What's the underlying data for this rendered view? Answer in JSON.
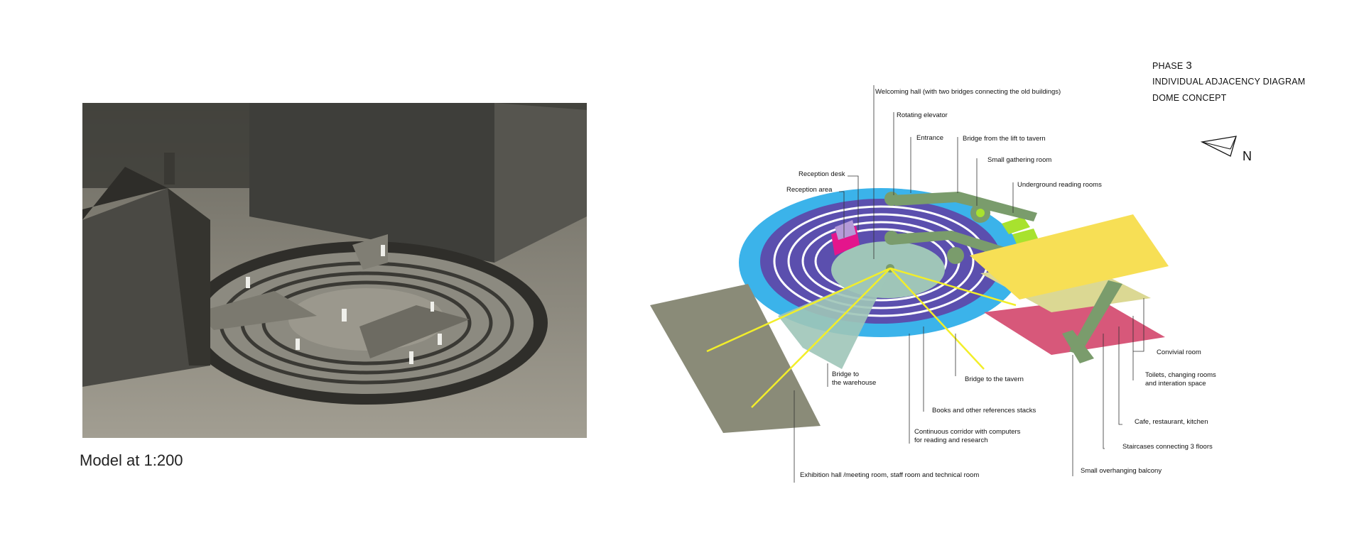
{
  "model": {
    "caption": "Model at 1:200"
  },
  "heading": {
    "phase_word": "PHASE",
    "phase_number": "3",
    "line2": "INDIVIDUAL ADJACENCY DIAGRAM",
    "line3": "DOME CONCEPT"
  },
  "north": {
    "label": "N",
    "icon": "north-arrow-icon"
  },
  "labels": {
    "welcoming_hall": "Welcoming hall (with two bridges connecting the old buildings)",
    "rotating_elevator": "Rotating elevator",
    "entrance": "Entrance",
    "bridge_lift_tavern": "Bridge from the lift to tavern",
    "small_gathering": "Small gathering room",
    "underground_reading": "Underground reading rooms",
    "reception_desk": "Reception desk",
    "reception_area": "Reception area",
    "convivial": "Convivial room",
    "toilets_1": "Toilets, changing rooms",
    "toilets_2": "and interation space",
    "cafe": "Cafe, restaurant, kitchen",
    "staircases": "Staircases connecting 3 floors",
    "balcony": "Small overhanging balcony",
    "bridge_warehouse_1": "Bridge to",
    "bridge_warehouse_2": "the warehouse",
    "bridge_tavern": "Bridge to the tavern",
    "books": "Books and other references stacks",
    "corridor_1": "Continuous corridor with computers",
    "corridor_2": "for reading and research",
    "exhibition": "Exhibition hall /meeting room, staff room and technical room"
  },
  "colors": {
    "outer_ring": "#3bb3ea",
    "library_rings": "#5b4fae",
    "ring_gaps": "#ffffff",
    "center_disc": "#9fc5b8",
    "bridges": "#7a9c6c",
    "exhibition_hall": "#8a8b78",
    "yellow_slab": "#f7df55",
    "khaki_slab": "#dbd893",
    "pink_slab": "#d7587a",
    "sight_lines": "#f2ee2a",
    "lime_rooms": "#a8e22e",
    "magenta_room": "#e4158c"
  }
}
